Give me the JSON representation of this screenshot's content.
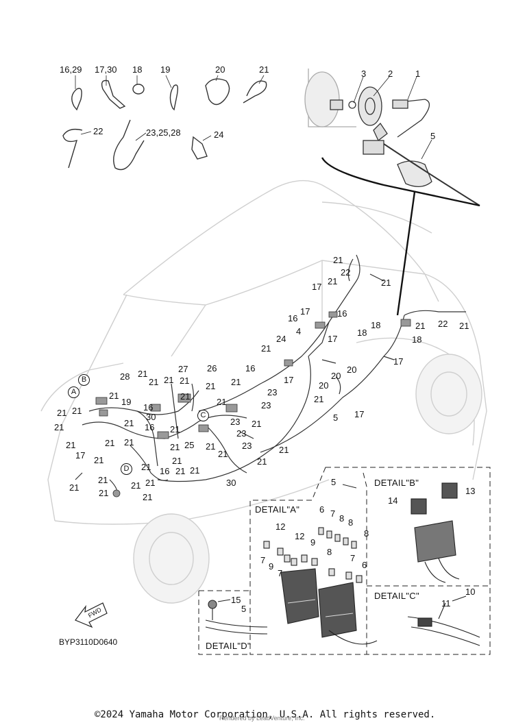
{
  "diagram": {
    "part_code": "BYP3110D0640",
    "copyright": "©2024 Yamaha Motor Corporation, U.S.A. All rights reserved.",
    "rendered_by": "Rendered by LeadVenture, Inc.",
    "fwd": "FWD",
    "details": {
      "a": "DETAIL\"A\"",
      "b": "DETAIL\"B\"",
      "c": "DETAIL\"C\"",
      "d": "DETAIL\"D\""
    },
    "circle_markers": [
      "A",
      "B",
      "C",
      "D"
    ],
    "top_parts": [
      "16,29",
      "17,30",
      "18",
      "19",
      "20",
      "21",
      "22",
      "23,25,28",
      "24"
    ],
    "inset_parts": [
      "3",
      "2",
      "1",
      "5"
    ],
    "harness_labels": [
      "21",
      "22",
      "21",
      "17",
      "21",
      "17",
      "16",
      "16",
      "18",
      "18",
      "21",
      "22",
      "21",
      "18",
      "24",
      "4",
      "17",
      "21",
      "20",
      "20",
      "17",
      "16",
      "17",
      "20",
      "21",
      "23",
      "23",
      "23",
      "17",
      "21",
      "5",
      "23",
      "21",
      "28",
      "21",
      "21",
      "21",
      "27",
      "26",
      "21",
      "21",
      "21",
      "21",
      "21",
      "19",
      "30",
      "16",
      "21",
      "16",
      "21",
      "21",
      "21",
      "21",
      "25",
      "21",
      "21",
      "23",
      "21",
      "21",
      "21",
      "21",
      "21",
      "17",
      "21",
      "21",
      "21",
      "21",
      "16",
      "21",
      "21",
      "30",
      "21",
      "21",
      "21",
      "21",
      "21",
      "21"
    ],
    "detail_labels": [
      "5",
      "14",
      "13",
      "6",
      "7",
      "8",
      "8",
      "8",
      "12",
      "12",
      "9",
      "7",
      "9",
      "7",
      "8",
      "7",
      "6",
      "11",
      "10",
      "15",
      "5"
    ]
  }
}
